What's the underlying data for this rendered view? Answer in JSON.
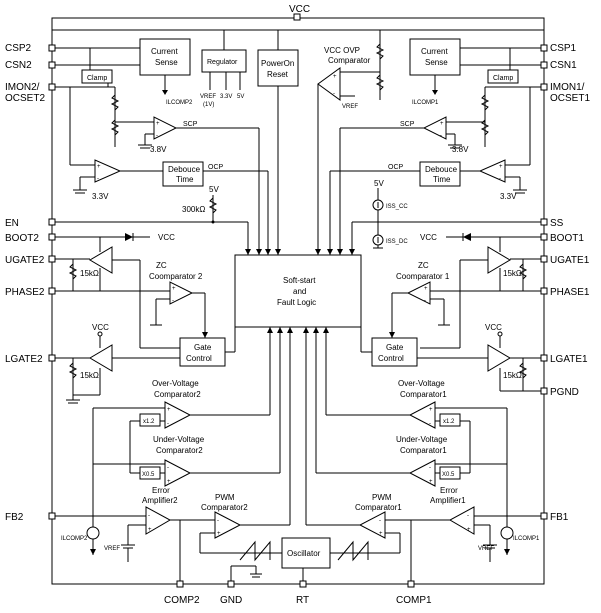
{
  "pins": {
    "vcc": "VCC",
    "csp2": "CSP2",
    "csn2": "CSN2",
    "imon2_a": "IMON2/",
    "imon2_b": "OCSET2",
    "en": "EN",
    "boot2": "BOOT2",
    "ugate2": "UGATE2",
    "phase2": "PHASE2",
    "lgate2": "LGATE2",
    "fb2": "FB2",
    "comp2": "COMP2",
    "gnd": "GND",
    "rt": "RT",
    "comp1": "COMP1",
    "fb1": "FB1",
    "pgnd": "PGND",
    "lgate1": "LGATE1",
    "phase1": "PHASE1",
    "ugate1": "UGATE1",
    "boot1": "BOOT1",
    "ss": "SS",
    "imon1_a": "IMON1/",
    "imon1_b": "OCSET1",
    "csn1": "CSN1",
    "csp1": "CSP1"
  },
  "blocks": {
    "current_sense_a": "Current",
    "current_sense_b": "Sense",
    "clamp": "Clamp",
    "regulator": "Regulator",
    "reg_vref": "VREF",
    "reg_vref_note": "(1V)",
    "reg_33": "3.3V",
    "reg_5": "5V",
    "por_a": "PowerOn",
    "por_b": "Reset",
    "ovp_a": "VCC OVP",
    "ovp_b": "Comparator",
    "debounce_a": "Debouce",
    "debounce_b": "Time",
    "softstart_a": "Soft-start",
    "softstart_b": "and",
    "softstart_c": "Fault Logic",
    "zc2_a": "ZC",
    "zc2_b": "Coomparator 2",
    "zc1_a": "ZC",
    "zc1_b": "Coomparator 1",
    "gate_a": "Gate",
    "gate_b": "Control",
    "ovc2_a": "Over-Voltage",
    "ovc2_b": "Comparator2",
    "ovc1_a": "Over-Voltage",
    "ovc1_b": "Comparator1",
    "uvc2_a": "Under-Voltage",
    "uvc2_b": "Comparator2",
    "uvc1_a": "Under-Voltage",
    "uvc1_b": "Comparator1",
    "x12": "x1.2",
    "x05": "X0.5",
    "ea2_a": "Error",
    "ea2_b": "Amplifier2",
    "ea1_a": "Error",
    "ea1_b": "Amplifier1",
    "pwm2_a": "PWM",
    "pwm2_b": "Comparator2",
    "pwm1_a": "PWM",
    "pwm1_b": "Comparator1",
    "osc": "Oscillator"
  },
  "signals": {
    "scp": "SCP",
    "ocp": "OCP",
    "icomp2": "ILCOMP2",
    "icomp1": "ILCOMP1",
    "v38": "3.8V",
    "v33": "3.3V",
    "v5": "5V",
    "r300k": "300kΩ",
    "vcc": "VCC",
    "r15k": "15kΩ",
    "vref": "VREF",
    "iss_cc": "ISS_CC",
    "iss_dc": "ISS_DC"
  }
}
